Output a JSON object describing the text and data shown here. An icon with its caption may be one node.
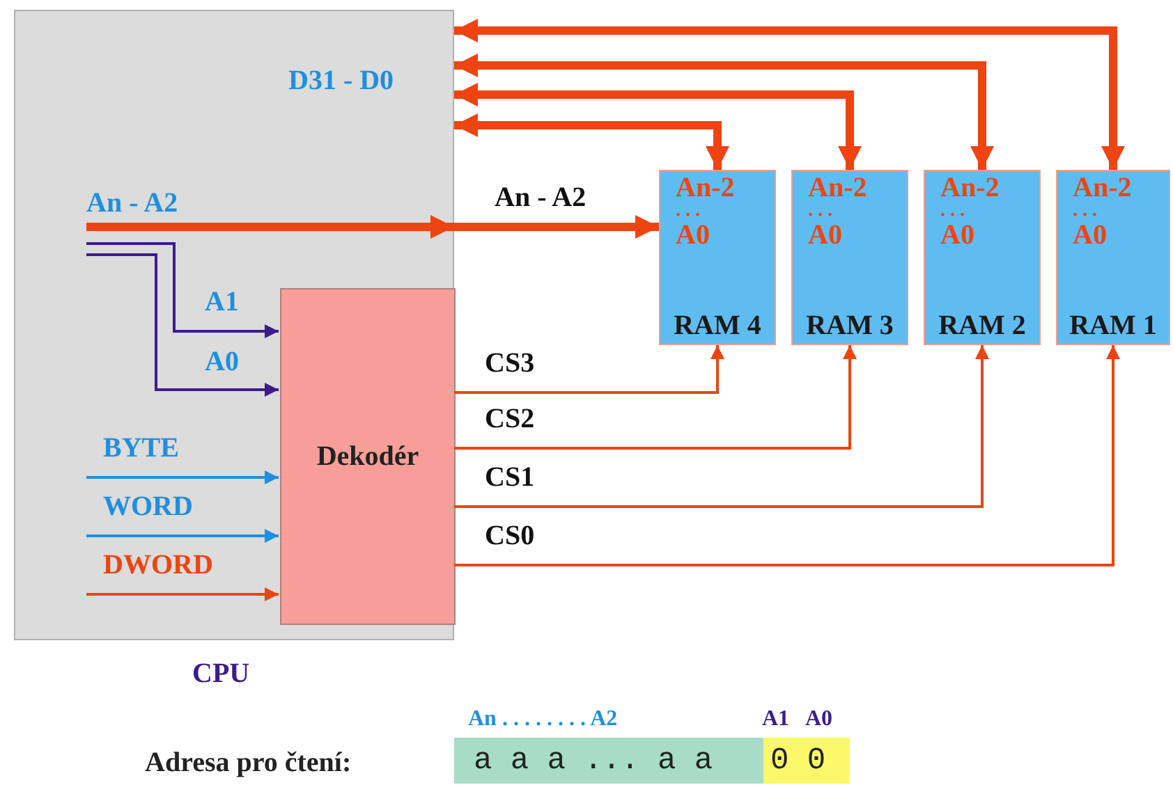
{
  "diagram": {
    "nodes": [
      {
        "text": [
          "CPU"
        ]
      },
      {
        "text": [
          "Dekodér"
        ],
        "in": 0
      },
      {
        "text": [
          "An-2",
          ". . .",
          "A0",
          "RAM 4"
        ]
      },
      {
        "text": [
          "An-2",
          ". . .",
          "A0",
          "RAM 3"
        ]
      },
      {
        "text": [
          "An-2",
          ". . .",
          "A0",
          "RAM 2"
        ]
      },
      {
        "text": [
          "An-2",
          ". . .",
          "A0",
          "RAM 1"
        ]
      }
    ],
    "edges": [
      {
        "from": 5,
        "to": 0,
        "arrow": "both",
        "style": "thick"
      },
      {
        "from": 4,
        "to": 0,
        "arrow": "both",
        "style": "thick"
      },
      {
        "from": 3,
        "to": 0,
        "arrow": "both",
        "style": "thick"
      },
      {
        "from": 2,
        "to": 0,
        "arrow": "both",
        "style": "thick"
      },
      {
        "from": null,
        "to": 2,
        "arrow": "to",
        "style": "thick",
        "label": "An - A2"
      },
      {
        "from": null,
        "to": 1,
        "arrow": "to",
        "color": "#3b1d8a",
        "label": "A1"
      },
      {
        "from": null,
        "to": 1,
        "arrow": "to",
        "color": "#3b1d8a",
        "label": "A0"
      },
      {
        "from": null,
        "to": 1,
        "arrow": "to",
        "color": "#1f8fe0",
        "label": "BYTE"
      },
      {
        "from": null,
        "to": 1,
        "arrow": "to",
        "color": "#1f8fe0",
        "label": "WORD"
      },
      {
        "from": null,
        "to": 1,
        "arrow": "to",
        "label": "DWORD"
      },
      {
        "from": 1,
        "to": 2,
        "arrow": "to",
        "label": "CS3"
      },
      {
        "from": 1,
        "to": 3,
        "arrow": "to",
        "label": "CS2"
      },
      {
        "from": 1,
        "to": 4,
        "arrow": "to",
        "label": "CS1"
      },
      {
        "from": 1,
        "to": 5,
        "arrow": "to",
        "label": "CS0"
      }
    ],
    "labels": [
      "D31 - D0",
      "An - A2",
      "An . . . . . . . . A2",
      "A1",
      "A0",
      "Adresa pro čtení:",
      "a a a ... a a",
      "0 0"
    ]
  }
}
